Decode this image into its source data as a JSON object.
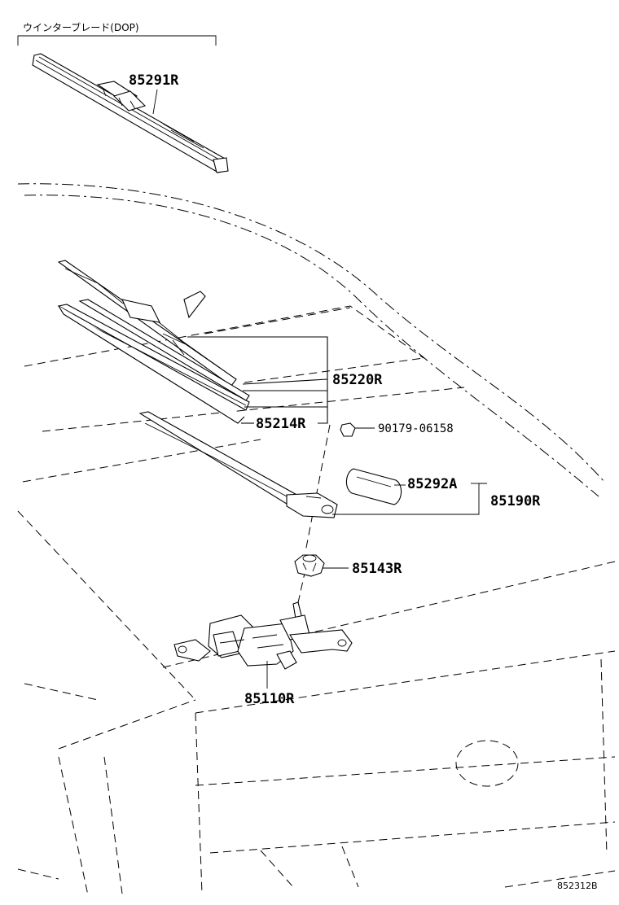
{
  "header": {
    "caption": "ウインターブレード(DOP)"
  },
  "parts": {
    "winter_blade": "85291R",
    "blade_assy": "85220R",
    "blade_rubber": "85214R",
    "nut": "90179-06158",
    "cap": "85292A",
    "arm_assy": "85190R",
    "pivot_cushion": "85143R",
    "motor": "85110R"
  },
  "footer": {
    "ref_code": "852312B"
  }
}
